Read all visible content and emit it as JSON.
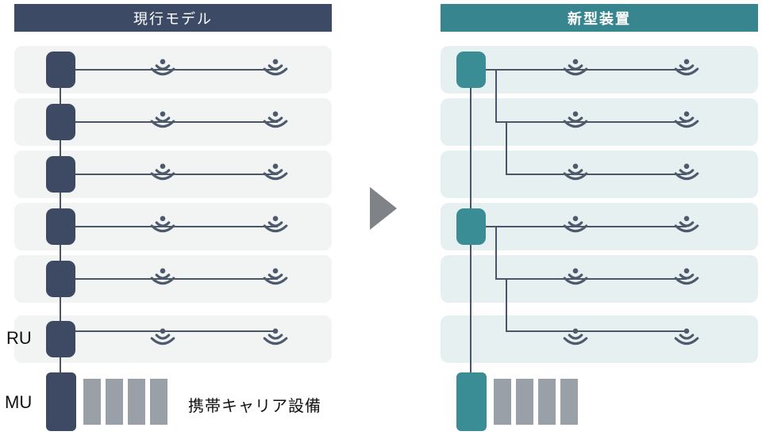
{
  "header": {
    "left": "現行モデル",
    "right": "新型装置"
  },
  "labels": {
    "ru": "RU",
    "mu": "MU",
    "carrier": "携帯キャリア設備"
  },
  "diagram": {
    "left_panel": {
      "title": "現行モデル",
      "floors": 6,
      "ru_units": 6,
      "antennas_per_floor": 2
    },
    "right_panel": {
      "title": "新型装置",
      "floors": 6,
      "shared_units": 2,
      "antennas_per_floor": 2
    }
  },
  "icons": {
    "antenna": "wifi-antenna",
    "arrow": "right-triangle-arrow"
  },
  "colors": {
    "navy": "#3d4a66",
    "teal_header": "#37858e",
    "teal_unit": "#3a8d95",
    "row_left_bg": "#f2f3f3",
    "row_right_bg": "#e6f0f0",
    "equipment_gray": "#9aa0a8",
    "line": "#4a5568",
    "arrow_gray": "#7f8387",
    "icon": "#4d5a6d"
  }
}
